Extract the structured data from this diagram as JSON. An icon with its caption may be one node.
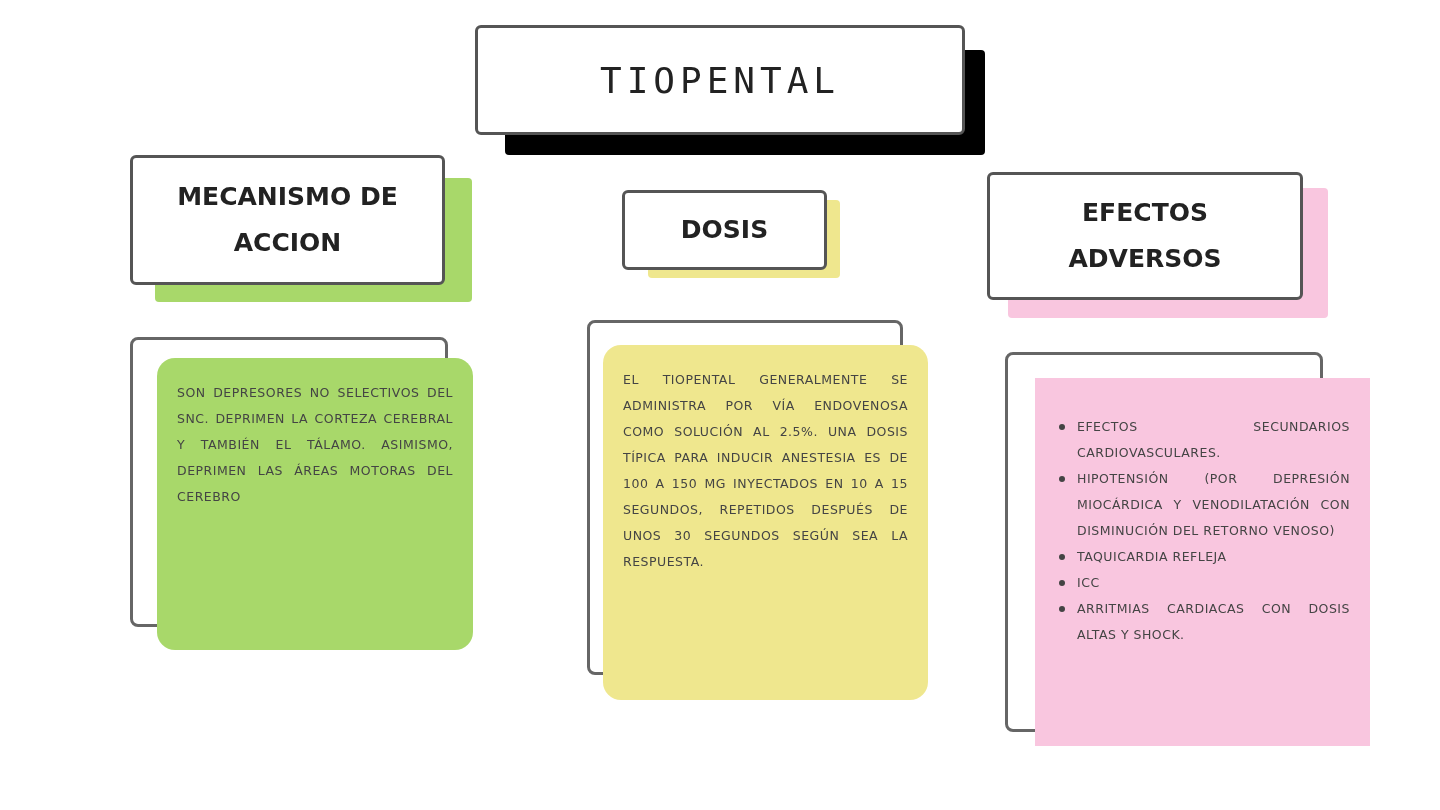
{
  "diagram": {
    "nodes": [
      {
        "text": [
          "TIOPENTAL"
        ]
      },
      {
        "text": [
          "MECANISMO DE ACCION"
        ]
      },
      {
        "text": [
          "SON DEPRESORES NO SELECTIVOS DEL SNC. DEPRIMEN LA CORTEZA CEREBRAL Y TAMBIÉN EL TÁLAMO. ASIMISMO, DEPRIMEN LAS ÁREAS MOTORAS DEL CEREBRO"
        ]
      },
      {
        "text": [
          "DOSIS"
        ]
      },
      {
        "text": [
          "EL TIOPENTAL GENERALMENTE SE ADMINISTRA POR VÍA ENDOVENOSA COMO SOLUCIÓN AL 2.5%. UNA DOSIS TÍPICA PARA INDUCIR ANESTESIA ES DE 100 A 150 MG INYECTADOS EN 10 A 15 SEGUNDOS, REPETIDOS DESPUÉS DE UNOS 30 SEGUNDOS SEGÚN SEA LA RESPUESTA."
        ]
      },
      {
        "text": [
          "EFECTOS ADVERSOS"
        ]
      },
      {
        "text": [
          "EFECTOS SECUNDARIOS CARDIOVASCULARES.",
          "HIPOTENSIÓN (POR DEPRESIÓN MIOCÁRDICA Y VENODILATACIÓN CON DISMINUCIÓN DEL RETORNO VENOSO)",
          "TAQUICARDIA REFLEJA",
          "ICC",
          "ARRITMIAS CARDIACAS CON DOSIS ALTAS Y SHOCK."
        ]
      }
    ],
    "edges": []
  }
}
